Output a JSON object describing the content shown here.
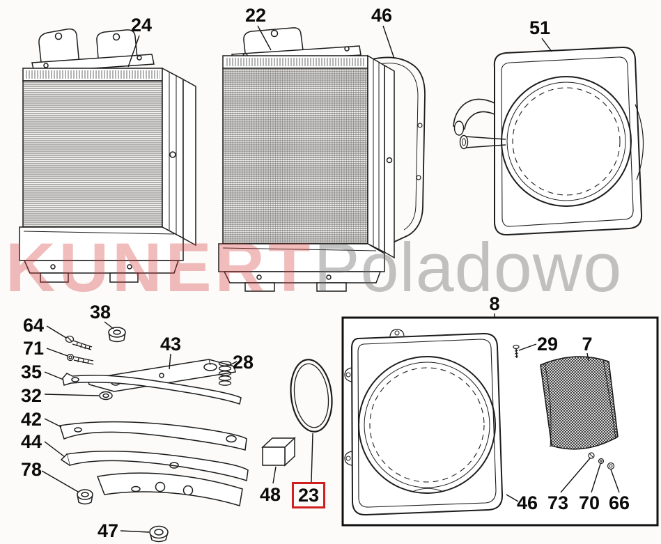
{
  "watermark": {
    "primary": "KUNERT",
    "secondary": "Poladowo",
    "primary_color": "#d43c3c",
    "secondary_color": "#9a9a9a"
  },
  "highlight": {
    "highlighted_part": "23",
    "box_color": "#d01f1f"
  },
  "labels": {
    "l24": "24",
    "l22": "22",
    "l46_top": "46",
    "l51": "51",
    "l8": "8",
    "l38": "38",
    "l64": "64",
    "l71": "71",
    "l35": "35",
    "l32": "32",
    "l42": "42",
    "l44": "44",
    "l78": "78",
    "l43": "43",
    "l28": "28",
    "l47": "47",
    "l48": "48",
    "l23": "23",
    "l29": "29",
    "l7": "7",
    "l46_inner": "46",
    "l73": "73",
    "l70": "70",
    "l66": "66"
  }
}
